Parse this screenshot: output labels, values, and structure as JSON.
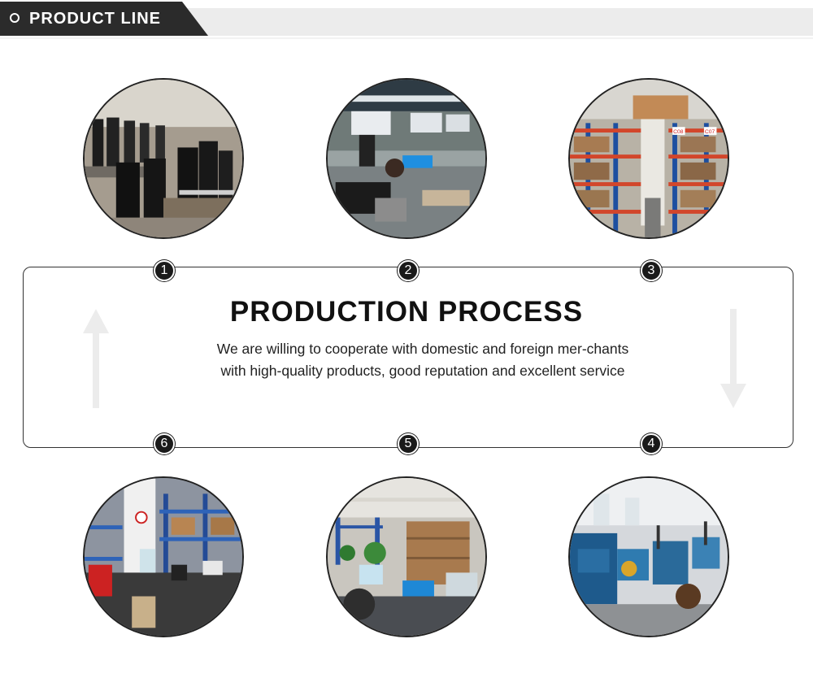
{
  "header": {
    "title": "PRODUCT LINE",
    "accent_color": "#2b2b2b",
    "band_color": "#ececec"
  },
  "process": {
    "title": "PRODUCTION PROCESS",
    "description": "We are willing to cooperate with domestic and foreign mer-chants with high-quality products, good reputation and excellent service"
  },
  "steps": [
    {
      "number": "1",
      "photo": "factory-floor-parts-photo"
    },
    {
      "number": "2",
      "photo": "assembly-workbench-photo"
    },
    {
      "number": "3",
      "photo": "warehouse-shelves-photo",
      "shelf_labels": [
        "C08",
        "C07"
      ]
    },
    {
      "number": "4",
      "photo": "machining-workshop-photo"
    },
    {
      "number": "5",
      "photo": "packaging-storage-photo"
    },
    {
      "number": "6",
      "photo": "office-warehouse-photo"
    }
  ],
  "arrows": {
    "left": "up-arrow-icon",
    "right": "down-arrow-icon"
  }
}
